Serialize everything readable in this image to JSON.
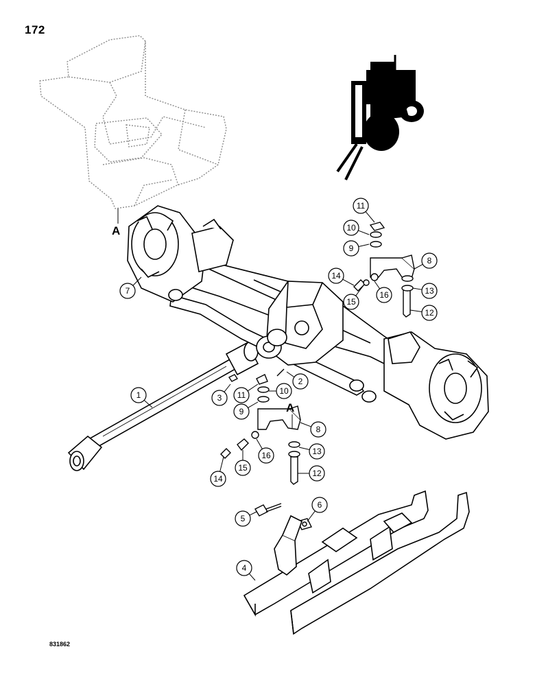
{
  "page": {
    "number": "172",
    "figure_code": "831862"
  },
  "reference_marks": [
    "A",
    "A"
  ],
  "callouts": [
    "1",
    "2",
    "3",
    "4",
    "5",
    "6",
    "7",
    "8",
    "9",
    "10",
    "11",
    "12",
    "13",
    "14",
    "15",
    "16",
    "8",
    "9",
    "10",
    "11",
    "12",
    "13",
    "14",
    "15",
    "16"
  ],
  "colors": {
    "ink": "#000000",
    "phantom": "#8a8a8a",
    "paper": "#ffffff"
  },
  "icons": {
    "machine_silhouette": "forklift-icon"
  }
}
